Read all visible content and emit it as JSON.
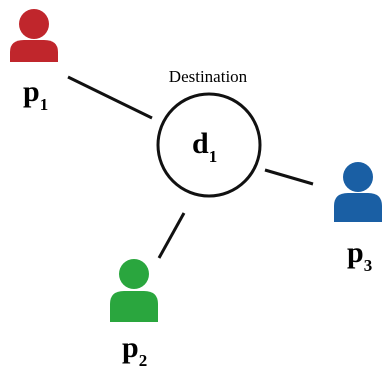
{
  "diagram": {
    "destination": {
      "caption": "Destination",
      "label": "d",
      "subscript": "1"
    },
    "people": [
      {
        "id": "p1",
        "label": "p",
        "subscript": "1",
        "color": "#c0262c"
      },
      {
        "id": "p2",
        "label": "p",
        "subscript": "2",
        "color": "#2aa63e"
      },
      {
        "id": "p3",
        "label": "p",
        "subscript": "3",
        "color": "#1a5fa4"
      }
    ]
  }
}
